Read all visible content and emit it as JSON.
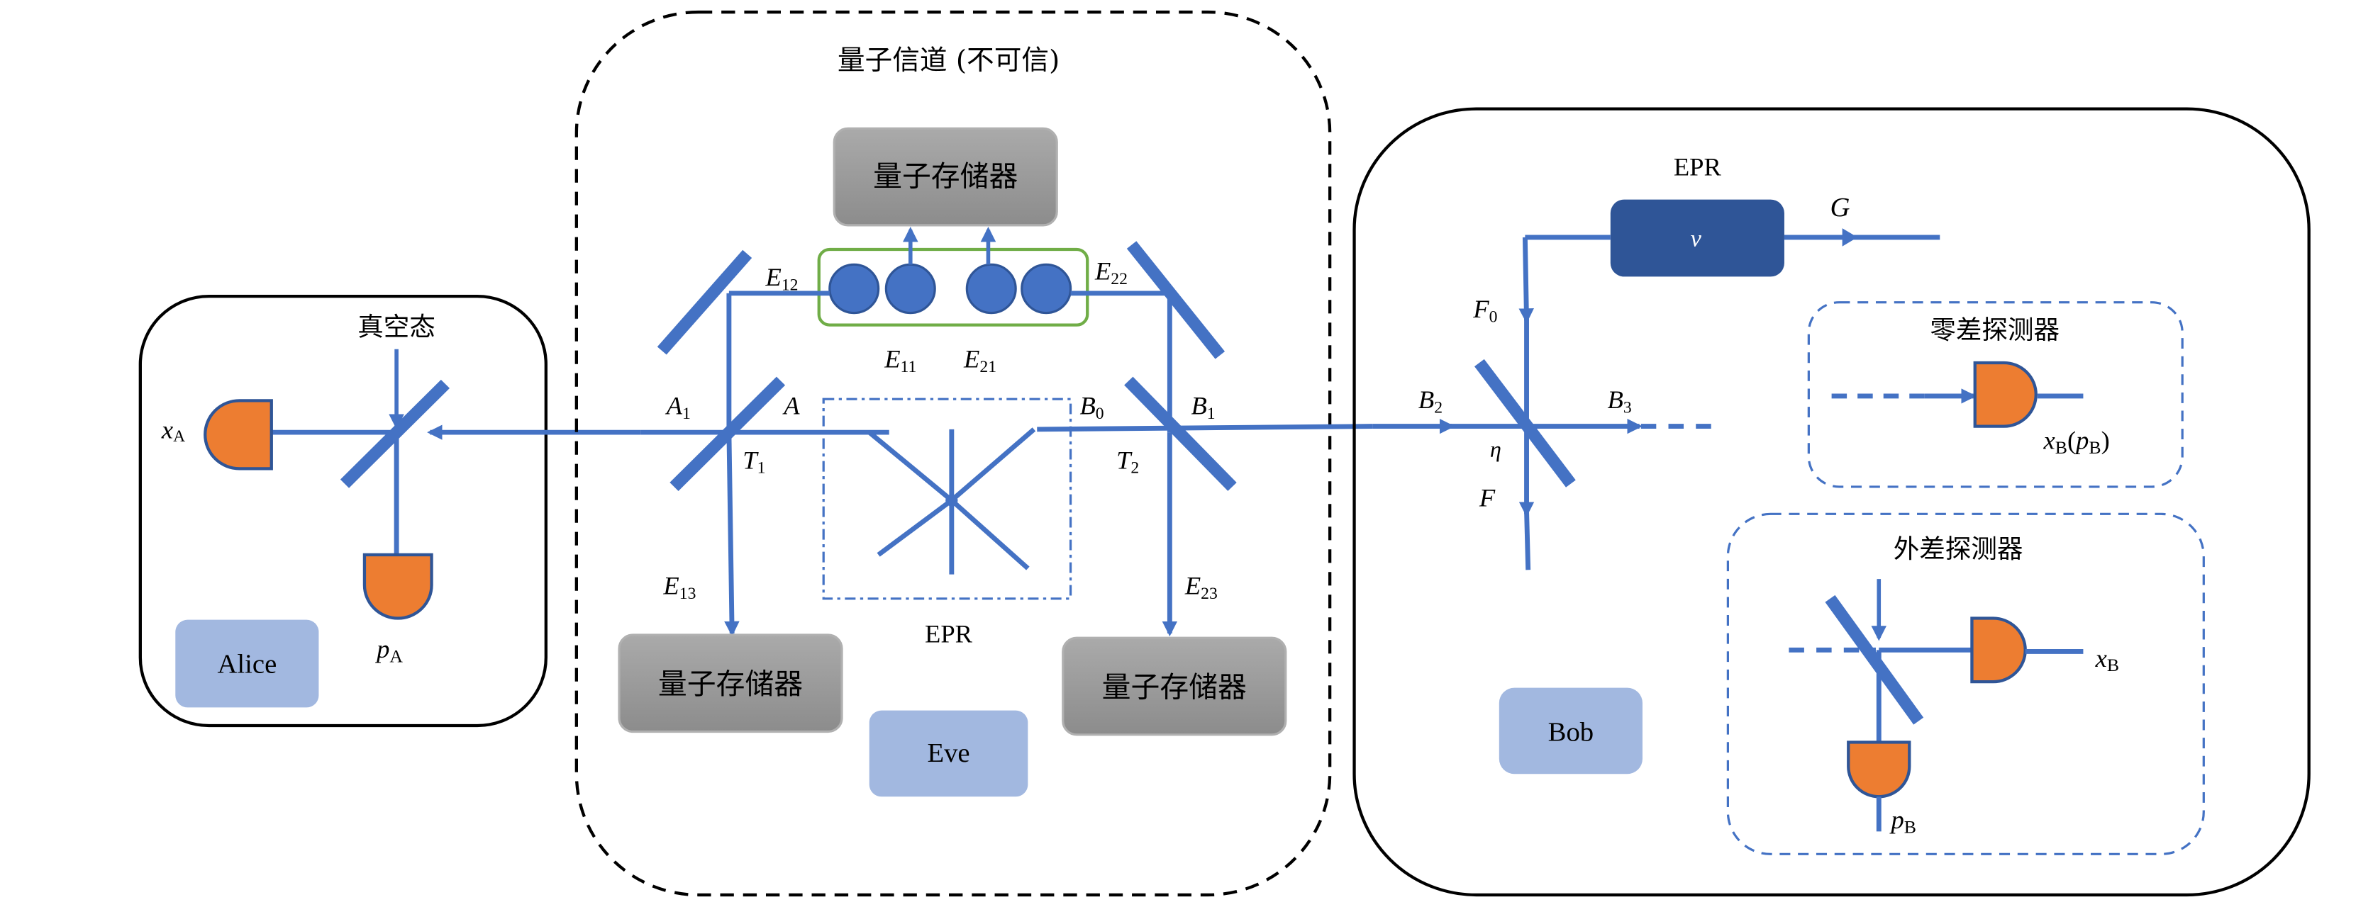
{
  "figure": {
    "channel_title": "量子信道 (不可信)",
    "memory_label": "量子存储器",
    "colors": {
      "beam": "#4472c4",
      "detector_fill": "#ed7d31",
      "detector_stroke": "#2f5597",
      "party_box": "#a2b8e0",
      "memory_box": "#a6a6a6",
      "epr_box": "#2f5597",
      "mode_ring": "#70ad47"
    }
  },
  "alice": {
    "name": "Alice",
    "vacuum_label": "真空态",
    "x_label": "x",
    "x_sub": "A",
    "p_label": "p",
    "p_sub": "A"
  },
  "eve": {
    "name": "Eve",
    "epr_label": "EPR",
    "labels": {
      "A1": {
        "main": "A",
        "sub": "1"
      },
      "A": {
        "main": "A",
        "sub": ""
      },
      "T1": {
        "main": "T",
        "sub": "1"
      },
      "B0": {
        "main": "B",
        "sub": "0"
      },
      "B1": {
        "main": "B",
        "sub": "1"
      },
      "T2": {
        "main": "T",
        "sub": "2"
      },
      "E12": {
        "main": "E",
        "sub": "12"
      },
      "E22": {
        "main": "E",
        "sub": "22"
      },
      "E11": {
        "main": "E",
        "sub": "11"
      },
      "E21": {
        "main": "E",
        "sub": "21"
      },
      "E13": {
        "main": "E",
        "sub": "13"
      },
      "E23": {
        "main": "E",
        "sub": "23"
      }
    }
  },
  "bob": {
    "name": "Bob",
    "epr_label": "EPR",
    "epr_box_symbol": "v",
    "labels": {
      "G": "G",
      "F0": {
        "main": "F",
        "sub": "0"
      },
      "F": "F",
      "B2": {
        "main": "B",
        "sub": "2"
      },
      "B3": {
        "main": "B",
        "sub": "3"
      },
      "eta": "η"
    },
    "homodyne": {
      "title": "零差探测器",
      "out_x": "x",
      "out_sub": "B",
      "out_paren_p": "p",
      "out_paren_sub": "B"
    },
    "heterodyne": {
      "title": "外差探测器",
      "x_label": "x",
      "x_sub": "B",
      "p_label": "p",
      "p_sub": "B"
    }
  }
}
